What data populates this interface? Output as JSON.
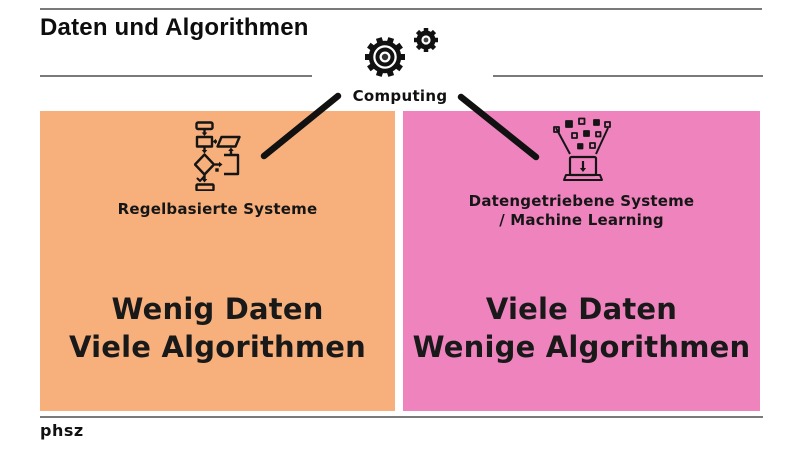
{
  "header": {
    "title": "Daten und Algorithmen"
  },
  "computing": {
    "label": "Computing"
  },
  "boxes": {
    "left": {
      "label": "Regelbasierte Systeme",
      "main_line1": "Wenig Daten",
      "main_line2": "Viele Algorithmen"
    },
    "right": {
      "label_line1": "Datengetriebene Systeme",
      "label_line2": "/ Machine Learning",
      "main_line1": "Viele Daten",
      "main_line2": "Wenige Algorithmen"
    }
  },
  "footer": {
    "logo": "phsz"
  },
  "icons": {
    "computing": "gears-icon",
    "left_box": "flowchart-icon",
    "right_box": "data-funnel-laptop-icon"
  },
  "colors": {
    "left_box": "#f7b07c",
    "right_box": "#ef83be",
    "divider": "#7a7a7a",
    "ink": "#161616"
  }
}
